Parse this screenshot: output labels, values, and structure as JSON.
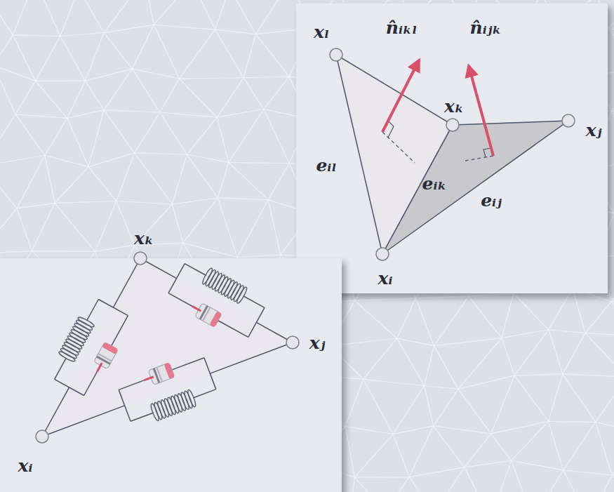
{
  "diagram": {
    "labels": [
      "n̂ᵢₖₗ",
      "n̂ᵢⱼₖ",
      "xₗ",
      "xₖ",
      "xⱼ",
      "eᵢₗ",
      "eᵢₖ",
      "eᵢⱼ",
      "xᵢ",
      "xₖ",
      "xⱼ",
      "xᵢ"
    ]
  }
}
